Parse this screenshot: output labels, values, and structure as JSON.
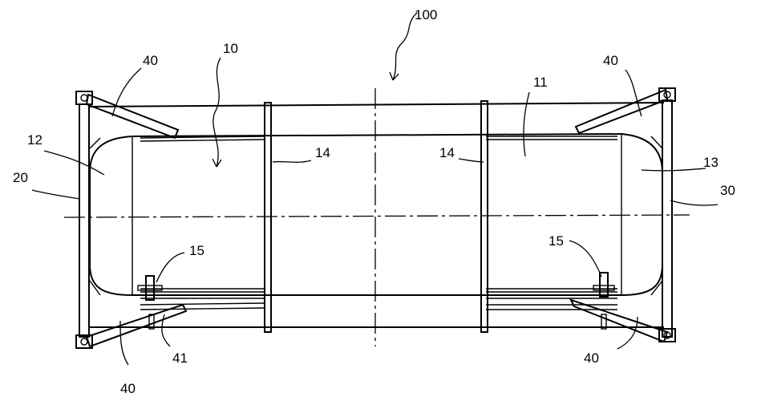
{
  "labels": {
    "l100": "100",
    "l10": "10",
    "l11": "11",
    "l12": "12",
    "l13": "13",
    "l14_left": "14",
    "l14_right": "14",
    "l15_left": "15",
    "l15_right": "15",
    "l20": "20",
    "l30": "30",
    "l40_top_left": "40",
    "l40_top_right": "40",
    "l40_bottom_left": "40",
    "l40_bottom_right": "40",
    "l41": "41"
  }
}
